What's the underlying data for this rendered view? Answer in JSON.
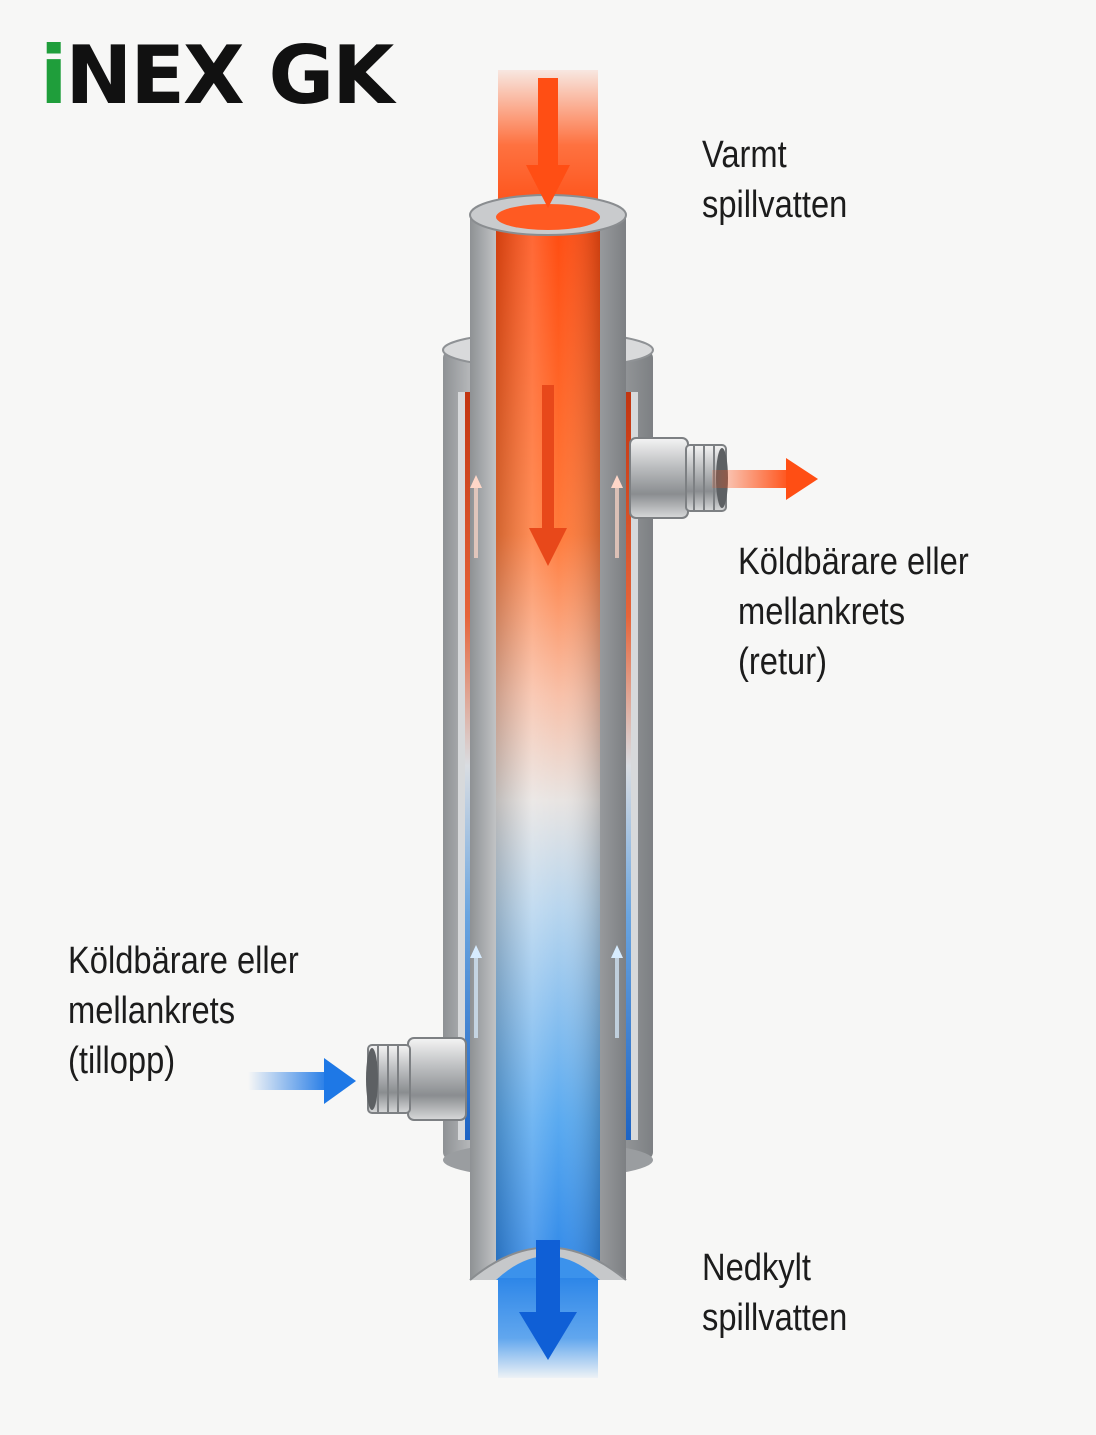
{
  "logo": {
    "prefix": "i",
    "text": "NEX GK"
  },
  "labels": {
    "hot_in": [
      "Varmt",
      "spillvatten"
    ],
    "return_out": [
      "Köldbärare eller",
      "mellankrets",
      "(retur)"
    ],
    "supply_in": [
      "Köldbärare eller",
      "mellankrets",
      "(tillopp)"
    ],
    "cooled_out": [
      "Nedkylt",
      "spillvatten"
    ]
  },
  "colors": {
    "hot": "#ff4e14",
    "cold": "#1e78e6",
    "steel": "#b9bbbd",
    "logo_green": "#1f9e3b"
  }
}
